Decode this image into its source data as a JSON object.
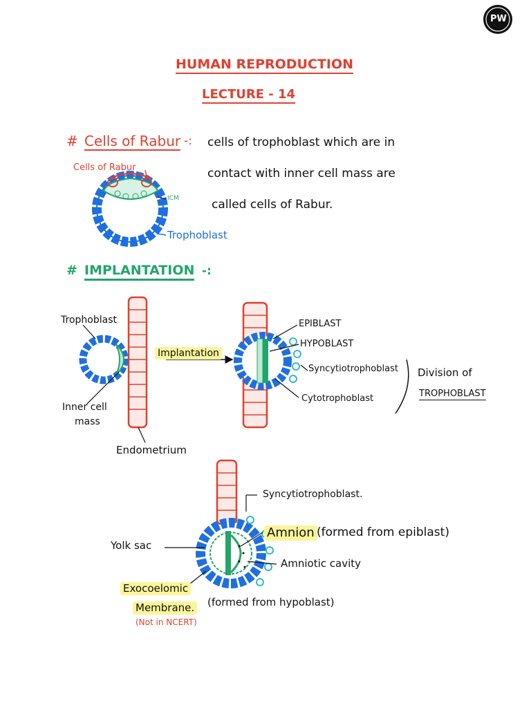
{
  "logo": {
    "text": "PW"
  },
  "title": "HUMAN REPRODUCTION",
  "lecture": "LECTURE - 14",
  "rabur": {
    "hash": "#",
    "heading": "Cells of Rabur",
    "colon": "-:",
    "desc_line1": "cells of trophoblast which are in",
    "desc_line2": "contact with inner cell mass are",
    "desc_line3": "called cells of Rabur.",
    "label_cells": "Cells of Rabur",
    "label_icm": "ICM",
    "label_trophoblast": "Trophoblast"
  },
  "implantation": {
    "hash": "#",
    "heading": "IMPLANTATION",
    "colon": "-:",
    "label_trophoblast": "Trophoblast",
    "label_inner_cell_mass_1": "Inner cell",
    "label_inner_cell_mass_2": "mass",
    "label_endometrium": "Endometrium",
    "arrow_label": "Implantation",
    "label_epiblast": "EPIBLAST",
    "label_hypoblast": "HYPOBLAST",
    "label_syncytio": "Syncytiotrophoblast",
    "label_cyto": "Cytotrophoblast",
    "division_1": "Division of",
    "division_2": "TROPHOBLAST"
  },
  "bottom": {
    "label_syncytio": "Syncytiotrophoblast.",
    "label_amnion": "Amnion",
    "label_amnion_note": "(formed from epiblast)",
    "label_amniotic_cavity": "Amniotic cavity",
    "label_yolk_sac": "Yolk sac",
    "label_exo_1": "Exocoelomic",
    "label_exo_2": "Membrane.",
    "label_exo_note": "(formed from hypoblast)",
    "label_not_ncert": "(Not in NCERT)"
  }
}
